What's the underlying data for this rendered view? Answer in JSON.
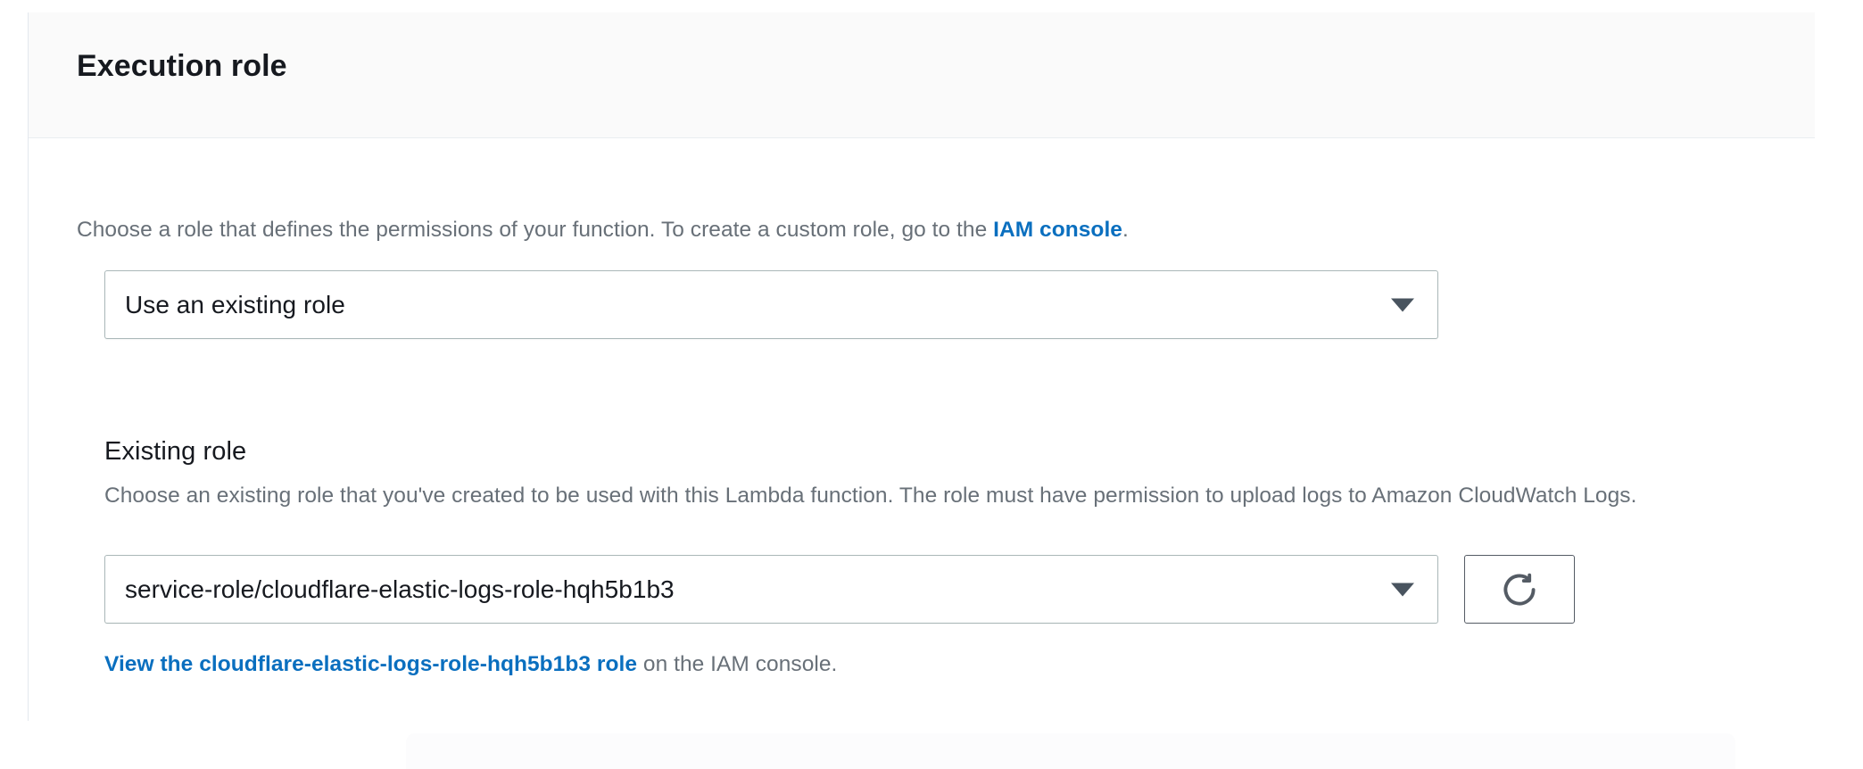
{
  "card": {
    "title": "Execution role",
    "role_hint": {
      "before_link": "Choose a role that defines the permissions of your function. To create a custom role, go to the ",
      "link_text": "IAM console",
      "after_link": "."
    },
    "role_type_select": {
      "value": "Use an existing role",
      "caret_icon": "chevron-down-icon"
    },
    "existing_role": {
      "label": "Existing role",
      "description": "Choose an existing role that you've created to be used with this Lambda function. The role must have permission to upload logs to Amazon CloudWatch Logs.",
      "select_value": "service-role/cloudflare-elastic-logs-role-hqh5b1b3",
      "caret_icon": "chevron-down-icon",
      "refresh_icon": "refresh-icon",
      "view_role_link": "View the cloudflare-elastic-logs-role-hqh5b1b3 role",
      "view_role_suffix": " on the IAM console."
    }
  },
  "colors": {
    "link": "#0a6fbf",
    "text_primary": "#16191f",
    "text_secondary": "#687078",
    "border": "#aab7b8",
    "header_bg": "#fafafa",
    "button_border": "#545b64"
  }
}
